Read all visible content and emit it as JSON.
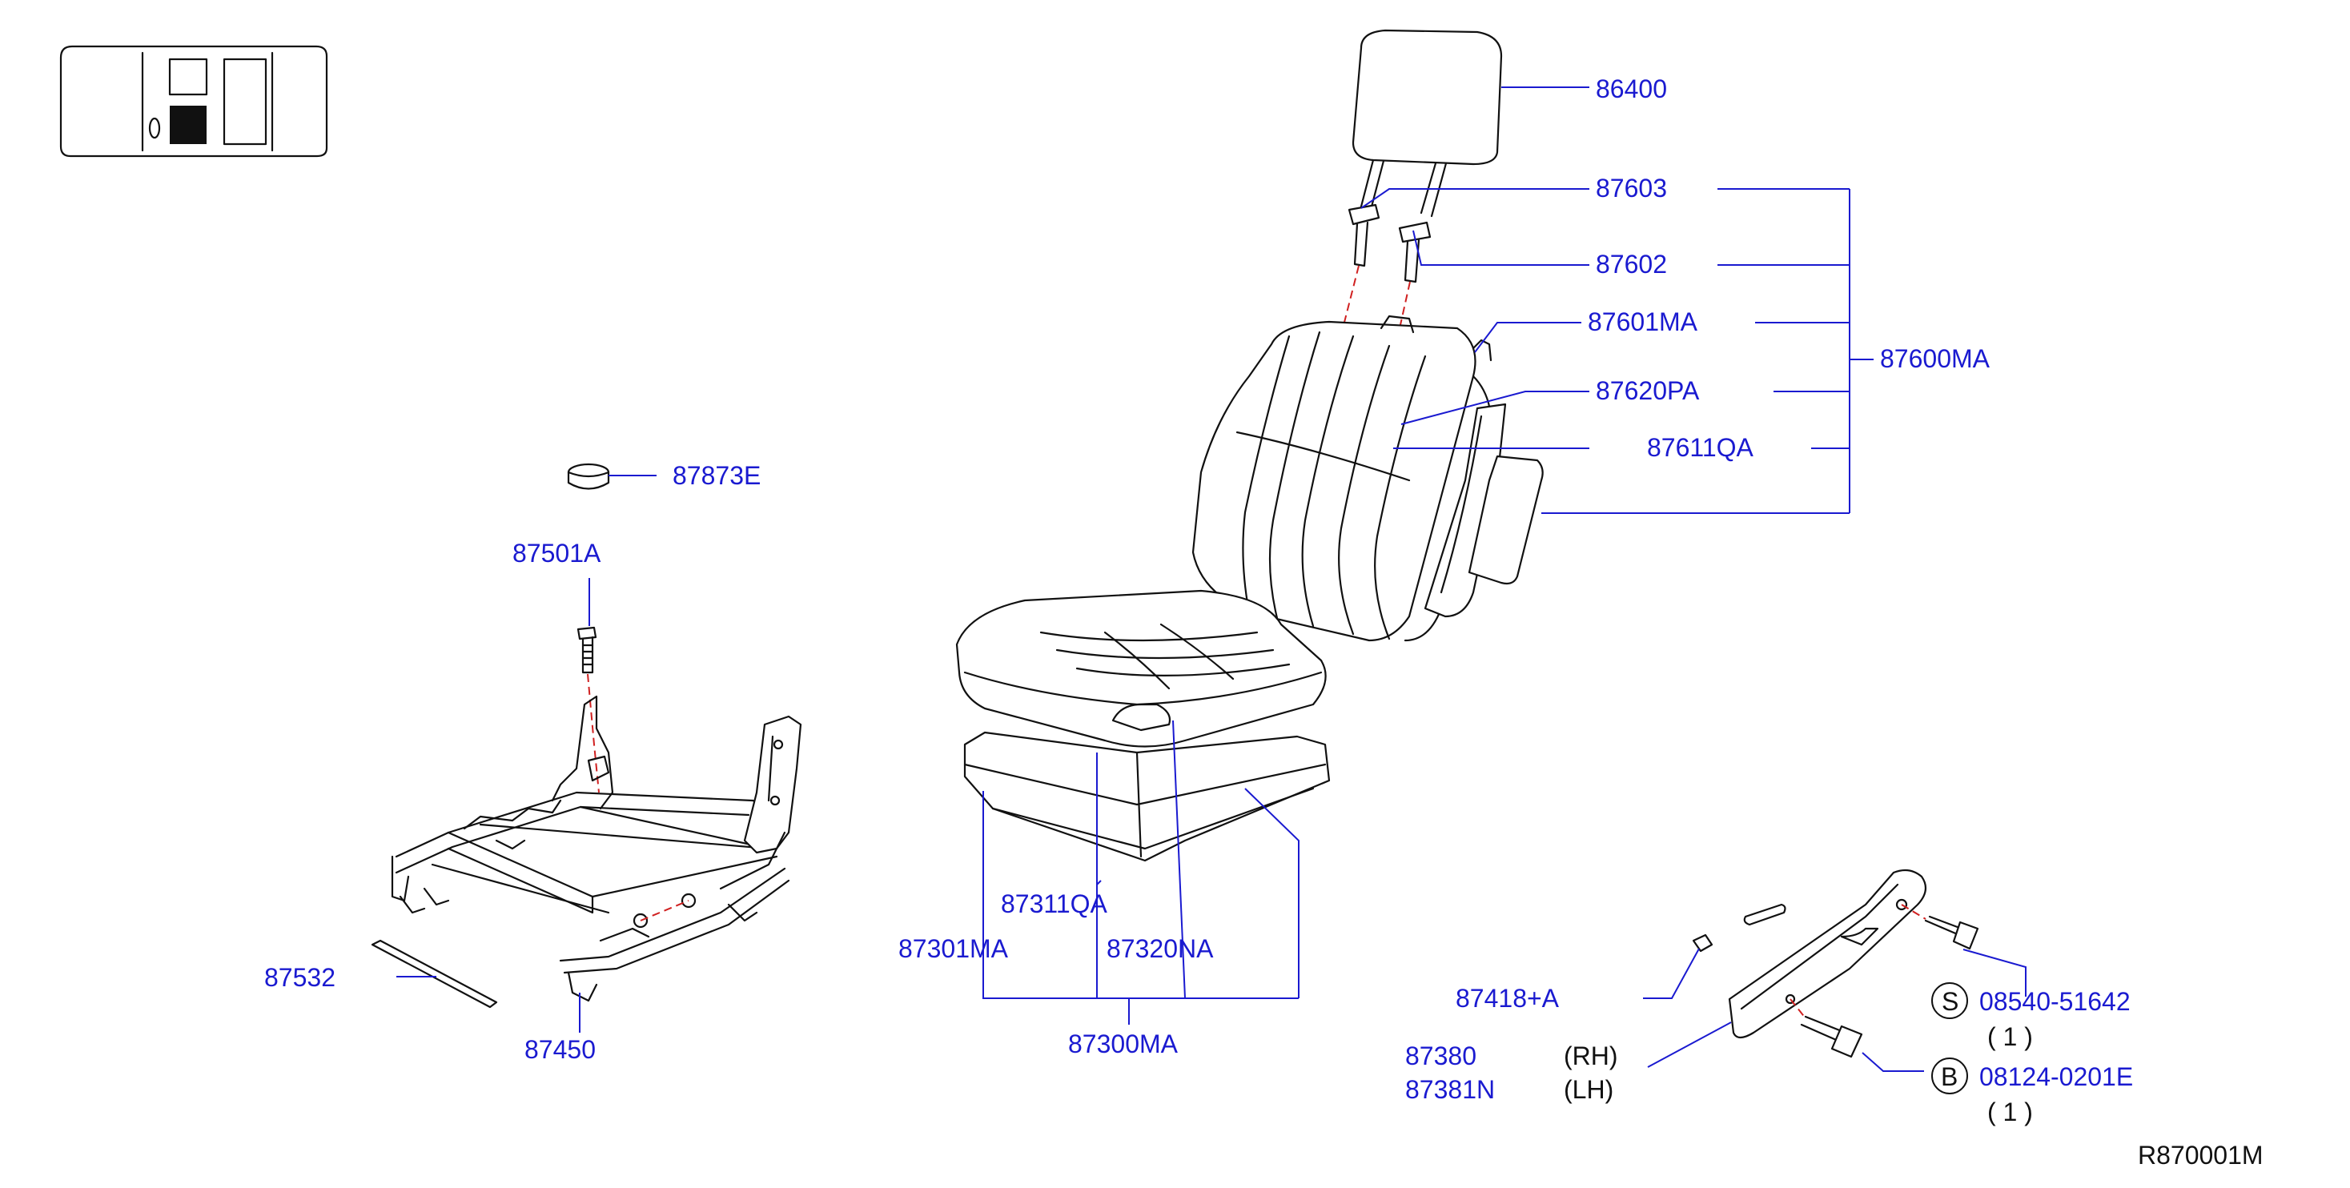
{
  "labels": {
    "p86400": "86400",
    "p87603": "87603",
    "p87602": "87602",
    "p87601MA": "87601MA",
    "p87600MA": "87600MA",
    "p87620PA": "87620PA",
    "p87611QA": "87611QA",
    "p87873E": "87873E",
    "p87501A": "87501A",
    "p87532": "87532",
    "p87450": "87450",
    "p87311QA": "87311QA",
    "p87301MA": "87301MA",
    "p87320NA": "87320NA",
    "p87300MA": "87300MA",
    "p87418A": "87418+A",
    "p87380": "87380",
    "p87381N": "87381N",
    "rh": "(RH)",
    "lh": "(LH)",
    "s_code": "S",
    "s_part": "08540-51642",
    "s_qty": "( 1 )",
    "b_code": "B",
    "b_part": "08124-0201E",
    "b_qty": "( 1 )",
    "diagram_ref": "R870001M"
  }
}
